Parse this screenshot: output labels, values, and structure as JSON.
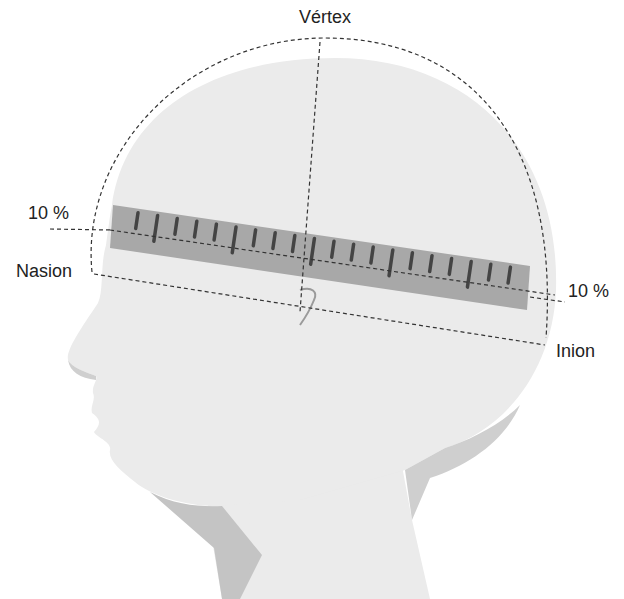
{
  "diagram": {
    "labels": [
      "Vértex",
      "10 %",
      "Nasion",
      "10 %",
      "Inion"
    ]
  }
}
